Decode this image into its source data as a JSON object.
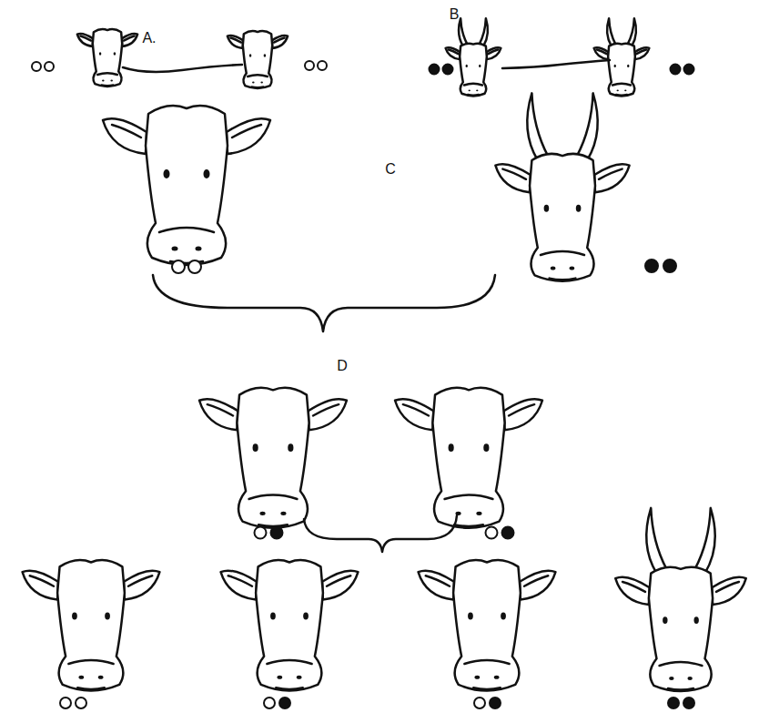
{
  "diagram": {
    "labels": [
      "A.",
      "B",
      "C",
      "D"
    ]
  }
}
